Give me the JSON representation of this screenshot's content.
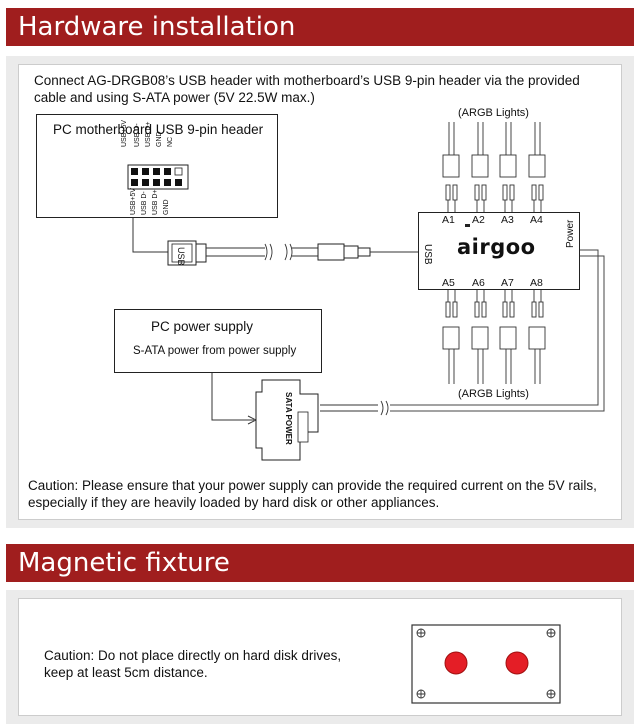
{
  "sections": {
    "hardware_title": "Hardware installation",
    "magnetic_title": "Magnetic fixture"
  },
  "hardware": {
    "intro_line1": "Connect AG-DRGB08’s USB header with motherboard’s USB 9-pin header via the provided",
    "intro_line2": "cable and using S-ATA power (5V 22.5W max.)",
    "mb_title": "PC motherboard USB 9-pin header",
    "pins_top": [
      "USB+5V",
      "USB D-",
      "USB D+",
      "GND",
      "NC"
    ],
    "pins_bottom": [
      "USB+5V",
      "USB D-",
      "USB D+",
      "GND"
    ],
    "usb_plug_label": "USB",
    "hub_brand": "airgoo",
    "hub_usb_label": "USB",
    "hub_power_label": "Power",
    "ports_top": [
      "A1",
      "A2",
      "A3",
      "A4"
    ],
    "ports_bottom": [
      "A5",
      "A6",
      "A7",
      "A8"
    ],
    "argb_top": "(ARGB Lights)",
    "argb_bottom": "(ARGB Lights)",
    "psu_title": "PC power supply",
    "psu_desc": "S-ATA power from power supply",
    "sata_label": "SATA POWER",
    "caution_line1": "Caution: Please ensure that your power supply can provide the required current on the 5V rails,",
    "caution_line2": "especially if they are heavily loaded by hard disk or other appliances."
  },
  "magnetic": {
    "caution_line1": "Caution: Do not place directly on hard disk drives,",
    "caution_line2": "keep at least 5cm distance."
  },
  "colors": {
    "banner": "#a01e1e",
    "panel": "#ebebeb",
    "magnet": "#e41e26"
  }
}
